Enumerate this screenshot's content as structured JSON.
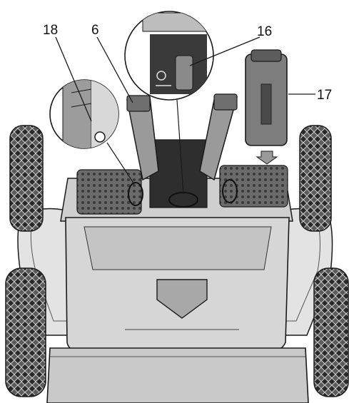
{
  "callouts": {
    "c18": "18",
    "c6": "6",
    "c16": "16",
    "c17": "17"
  },
  "colors": {
    "outline": "#1a1a1a",
    "body_light": "#dcdcdc",
    "body_mid": "#bdbdbd",
    "body_dark": "#7a7a7a",
    "tire": "#3a3a3a",
    "background": "#ffffff"
  }
}
